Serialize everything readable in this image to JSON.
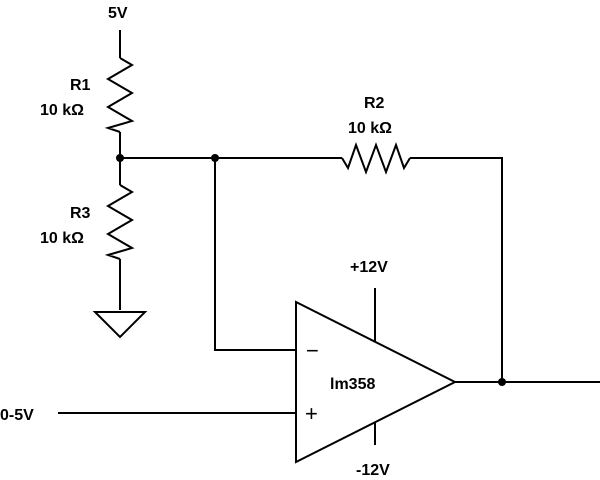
{
  "supply": {
    "top_label": "5V",
    "positive_rail": "+12V",
    "negative_rail": "-12V"
  },
  "input": {
    "label": "0-5V"
  },
  "resistors": [
    {
      "id": "R1",
      "value": "10 kΩ"
    },
    {
      "id": "R2",
      "value": "10 kΩ"
    },
    {
      "id": "R3",
      "value": "10 kΩ"
    }
  ],
  "opamp": {
    "part": "lm358",
    "inverting_symbol": "−",
    "noninverting_symbol": "+"
  }
}
